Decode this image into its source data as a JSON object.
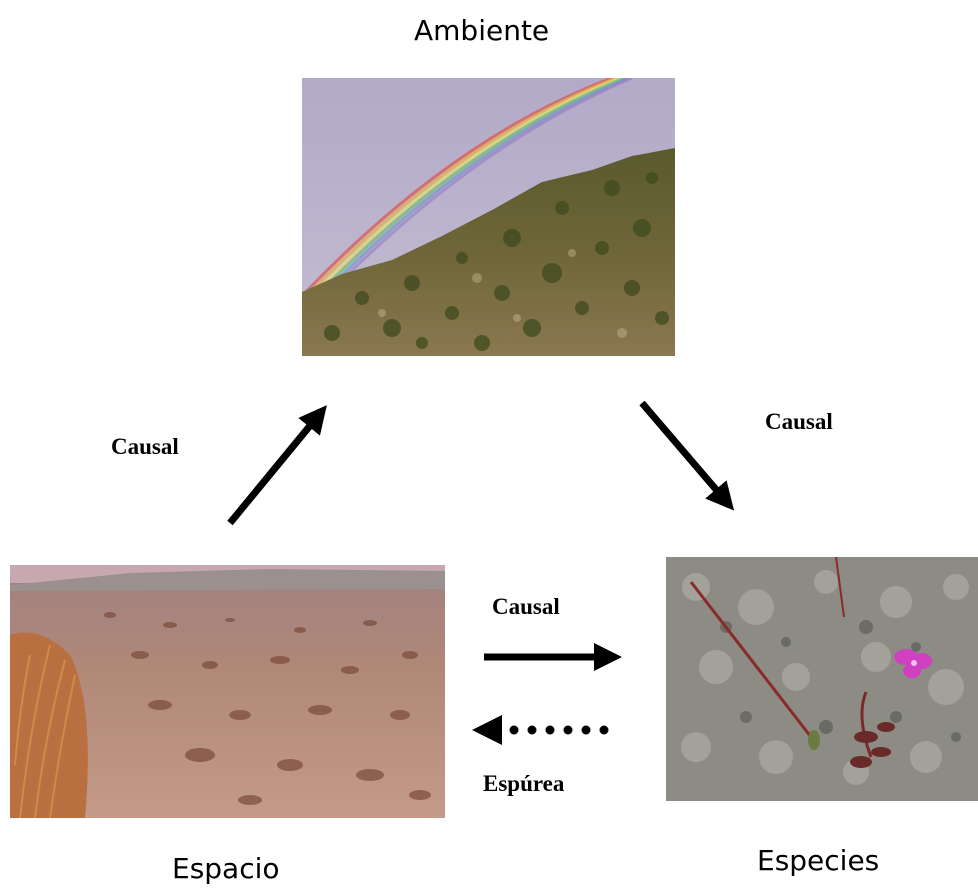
{
  "nodes": {
    "ambiente": "Ambiente",
    "espacio": "Espacio",
    "especies": "Especies"
  },
  "edges": {
    "espacio_to_ambiente": "Causal",
    "ambiente_to_especies": "Causal",
    "espacio_to_especies": "Causal",
    "especies_to_espacio": "Espúrea"
  },
  "photos": {
    "ambiente": "rainbow-over-shrubby-hillside",
    "espacio": "steppe-plain-with-tussock-grass",
    "especies": "small-pink-flower-on-gravel"
  }
}
